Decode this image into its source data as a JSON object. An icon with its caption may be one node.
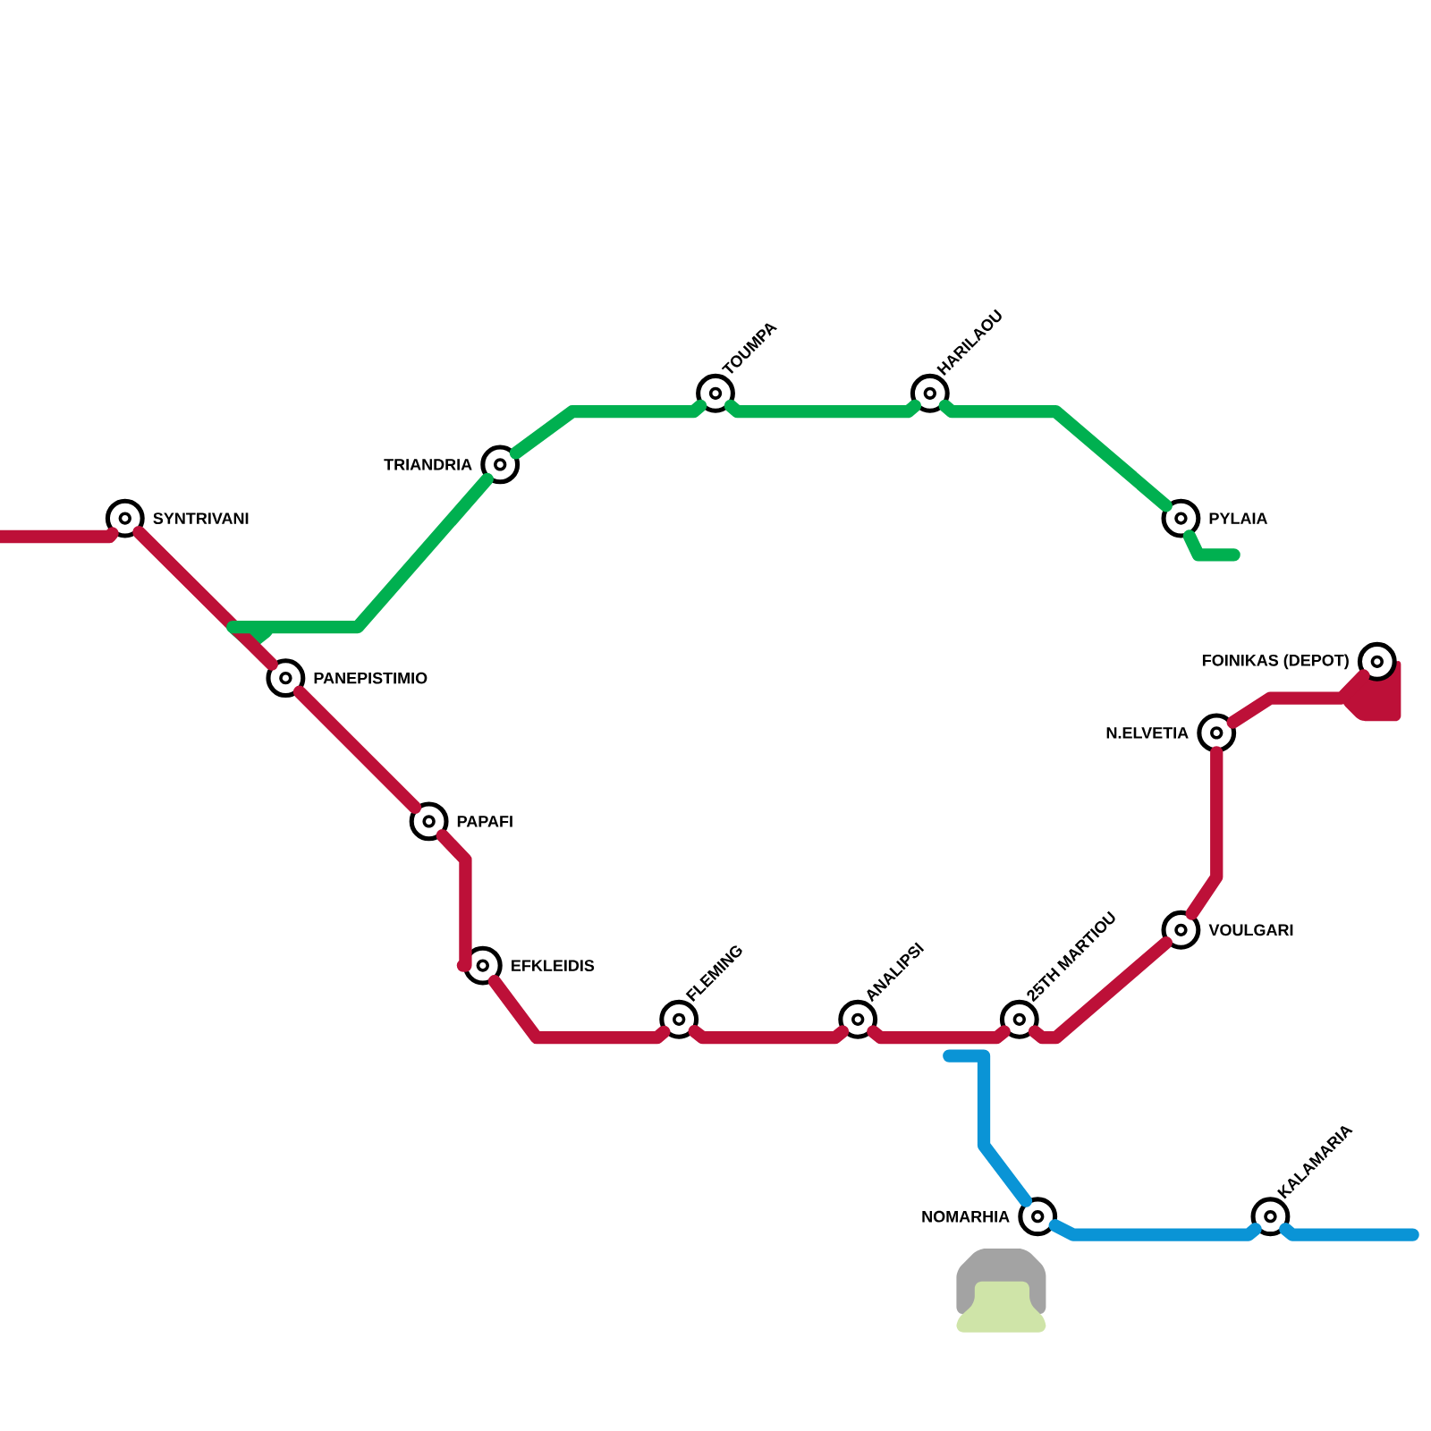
{
  "diagram": {
    "nodes": [
      {
        "text": [],
        "shape": "circle",
        "beside": [
          "SYNTRIVANI"
        ]
      },
      {
        "text": [],
        "shape": "circle",
        "beside": [
          "PANEPISTIMIO"
        ]
      },
      {
        "text": [],
        "shape": "circle",
        "beside": [
          "PAPAFI"
        ]
      },
      {
        "text": [],
        "shape": "circle",
        "beside": [
          "EFKLEIDIS"
        ]
      },
      {
        "text": [],
        "shape": "circle",
        "beside": [
          "FLEMING"
        ]
      },
      {
        "text": [],
        "shape": "circle",
        "beside": [
          "ANALIPSI"
        ]
      },
      {
        "text": [],
        "shape": "circle",
        "beside": [
          "25TH MARTIOU"
        ]
      },
      {
        "text": [],
        "shape": "circle",
        "beside": [
          "VOULGARI"
        ]
      },
      {
        "text": [],
        "shape": "circle",
        "beside": [
          "N.ELVETIA"
        ]
      },
      {
        "text": [],
        "shape": "circle",
        "beside": [
          "FOINIKAS (DEPOT)"
        ]
      },
      {
        "text": [],
        "shape": "circle",
        "beside": [
          "TRIANDRIA"
        ]
      },
      {
        "text": [],
        "shape": "circle",
        "beside": [
          "TOUMPA"
        ]
      },
      {
        "text": [],
        "shape": "circle",
        "beside": [
          "HARILAOU"
        ]
      },
      {
        "text": [],
        "shape": "circle",
        "beside": [
          "PYLAIA"
        ]
      },
      {
        "text": [],
        "shape": "circle",
        "beside": [
          "NOMARHIA"
        ]
      },
      {
        "text": [],
        "shape": "circle",
        "beside": [
          "KALAMARIA"
        ]
      }
    ],
    "edges": [
      {
        "from": null,
        "to": 0,
        "arrow": "none"
      },
      {
        "from": 0,
        "to": 1,
        "arrow": "none"
      },
      {
        "from": 1,
        "to": 2,
        "arrow": "none"
      },
      {
        "from": 2,
        "to": 3,
        "arrow": "none"
      },
      {
        "from": 3,
        "to": 4,
        "arrow": "none"
      },
      {
        "from": 4,
        "to": 5,
        "arrow": "none"
      },
      {
        "from": 5,
        "to": 6,
        "arrow": "none"
      },
      {
        "from": 6,
        "to": 7,
        "arrow": "none"
      },
      {
        "from": 7,
        "to": 8,
        "arrow": "none"
      },
      {
        "from": 8,
        "to": 9,
        "arrow": "none"
      },
      {
        "from": null,
        "to": 10,
        "arrow": "none",
        "color": "#00b050"
      },
      {
        "from": 10,
        "to": 11,
        "arrow": "none",
        "color": "#00b050"
      },
      {
        "from": 11,
        "to": 12,
        "arrow": "none",
        "color": "#00b050"
      },
      {
        "from": 12,
        "to": 13,
        "arrow": "none",
        "color": "#00b050"
      },
      {
        "from": 13,
        "to": null,
        "arrow": "none",
        "color": "#00b050"
      },
      {
        "from": null,
        "to": 14,
        "arrow": "none",
        "color": "#0a94d6"
      },
      {
        "from": 14,
        "to": 15,
        "arrow": "none",
        "color": "#0a94d6"
      },
      {
        "from": 15,
        "to": null,
        "arrow": "none",
        "color": "#0a94d6"
      }
    ]
  }
}
